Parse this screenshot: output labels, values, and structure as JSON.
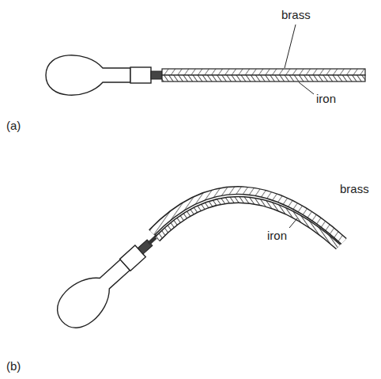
{
  "diagram": {
    "labels": [
      "brass",
      "iron",
      "(a)",
      "brass",
      "iron",
      "(b)"
    ]
  }
}
